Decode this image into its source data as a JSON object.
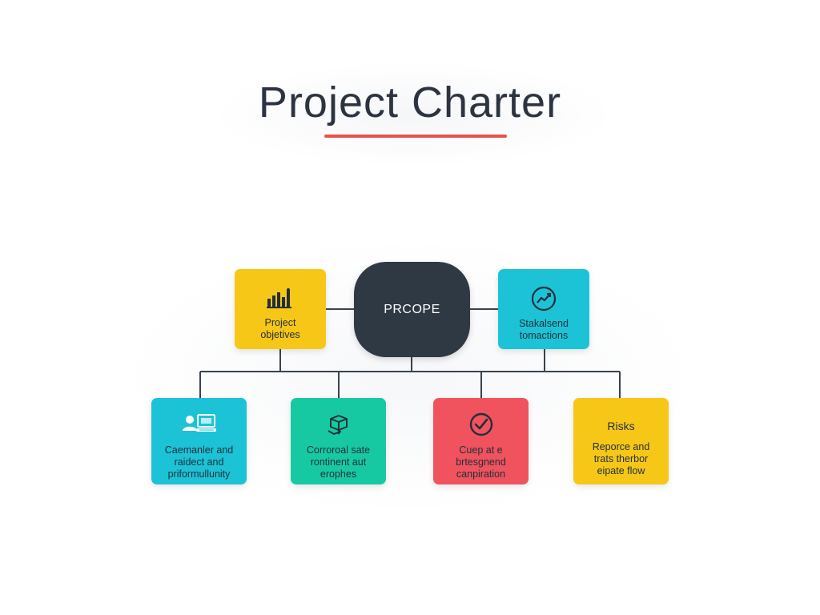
{
  "title": "Project Charter",
  "colors": {
    "accent_rule": "#e8524a",
    "center_fill": "#2f3944",
    "yellow": "#f7c718",
    "cyan": "#1cc3d6",
    "teal": "#17c9a2",
    "red": "#f0525e",
    "connector": "#3a434d"
  },
  "center": {
    "label": "PRCOPE"
  },
  "top_nodes": [
    {
      "label": "Project\nobjetives",
      "icon": "bar-chart-icon",
      "color": "yellow"
    },
    {
      "label": "Stakalsend\ntomactions",
      "icon": "trend-line-icon",
      "color": "cyan"
    }
  ],
  "bottom_nodes": [
    {
      "label": "Caemanler and\nraidect and\npriformullunity",
      "icon": "user-computer-icon",
      "color": "cyan"
    },
    {
      "label": "Corroroal sate\nrontinent aut\nerophes",
      "icon": "box-arrows-icon",
      "color": "teal"
    },
    {
      "label": "Cuep at e\nbrtesgnend\ncanpiration",
      "icon": "check-circle-icon",
      "color": "red"
    },
    {
      "title": "Risks",
      "label": "Reporce and\ntrats therbor\neipate flow",
      "color": "yellow"
    }
  ]
}
